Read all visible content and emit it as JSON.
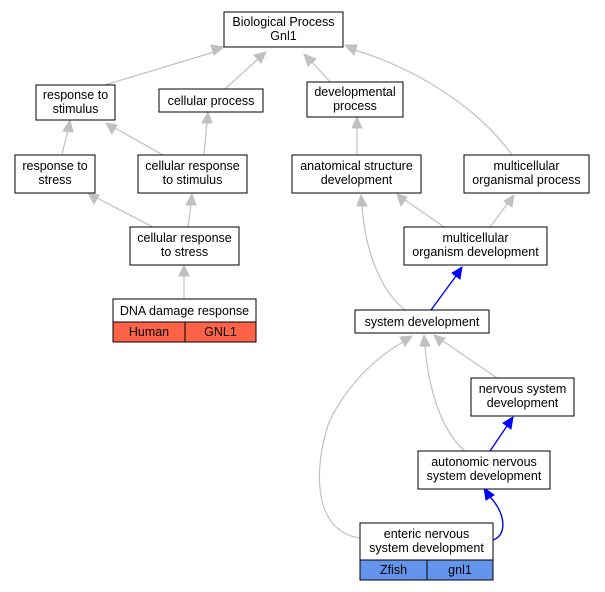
{
  "nodes": {
    "bp": {
      "lines": [
        "Biological Process",
        "Gnl1"
      ]
    },
    "rts": {
      "lines": [
        "response to",
        "stimulus"
      ]
    },
    "cp": {
      "lines": [
        "cellular process"
      ]
    },
    "dp": {
      "lines": [
        "developmental",
        "process"
      ]
    },
    "rst": {
      "lines": [
        "response to",
        "stress"
      ]
    },
    "crts": {
      "lines": [
        "cellular response",
        "to stimulus"
      ]
    },
    "asd": {
      "lines": [
        "anatomical structure",
        "development"
      ]
    },
    "mop": {
      "lines": [
        "multicellular",
        "organismal process"
      ]
    },
    "crs": {
      "lines": [
        "cellular response",
        "to stress"
      ]
    },
    "mod": {
      "lines": [
        "multicellular",
        "organism development"
      ]
    },
    "ddr": {
      "lines": [
        "DNA damage response"
      ],
      "species": "Human",
      "gene": "GNL1",
      "color": "#ff6347"
    },
    "sd": {
      "lines": [
        "system development"
      ]
    },
    "nsd": {
      "lines": [
        "nervous system",
        "development"
      ]
    },
    "ansd": {
      "lines": [
        "autonomic nervous",
        "system development"
      ]
    },
    "ensd": {
      "lines": [
        "enteric nervous",
        "system development"
      ],
      "species": "Zfish",
      "gene": "gnl1",
      "color": "#6495ed"
    }
  },
  "colors": {
    "edge_gray": "#c0c0c0",
    "edge_blue": "#0000ff"
  }
}
